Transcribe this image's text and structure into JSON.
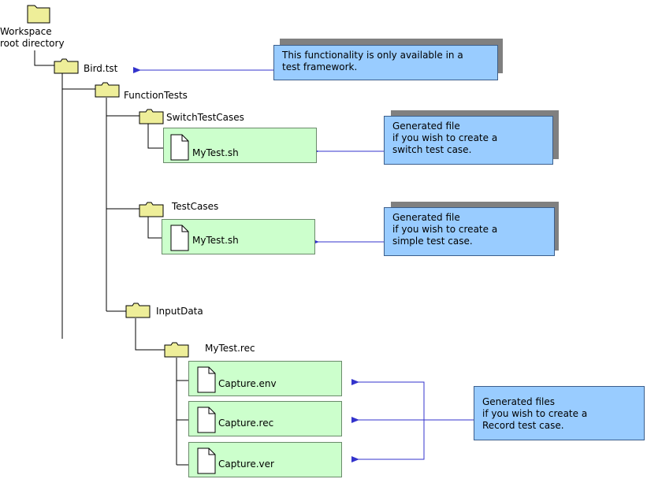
{
  "tree": {
    "root": "Workspace root directory",
    "root_lines": [
      "Workspace",
      "root directory"
    ],
    "bird": "Bird.tst",
    "function_tests": "FunctionTests",
    "switch_test_cases": "SwitchTestCases",
    "switch_file": "MyTest.sh",
    "test_cases": "TestCases",
    "test_file": "MyTest.sh",
    "input_data": "InputData",
    "rec_folder": "MyTest.rec",
    "capture_env": "Capture.env",
    "capture_rec": "Capture.rec",
    "capture_ver": "Capture.ver"
  },
  "notes": {
    "framework": [
      "This functionality is only available in a",
      "test framework."
    ],
    "switch": [
      "Generated file",
      "if you wish to create a",
      "switch test case."
    ],
    "simple": [
      "Generated file",
      "if you wish to create a",
      "simple test case."
    ],
    "record": [
      "Generated files",
      "if you wish to create a",
      "Record test case."
    ]
  },
  "colors": {
    "folder": "#eeee99",
    "file_box": "#ccffcc",
    "note": "#99ccff",
    "arrow": "#3333cc"
  }
}
